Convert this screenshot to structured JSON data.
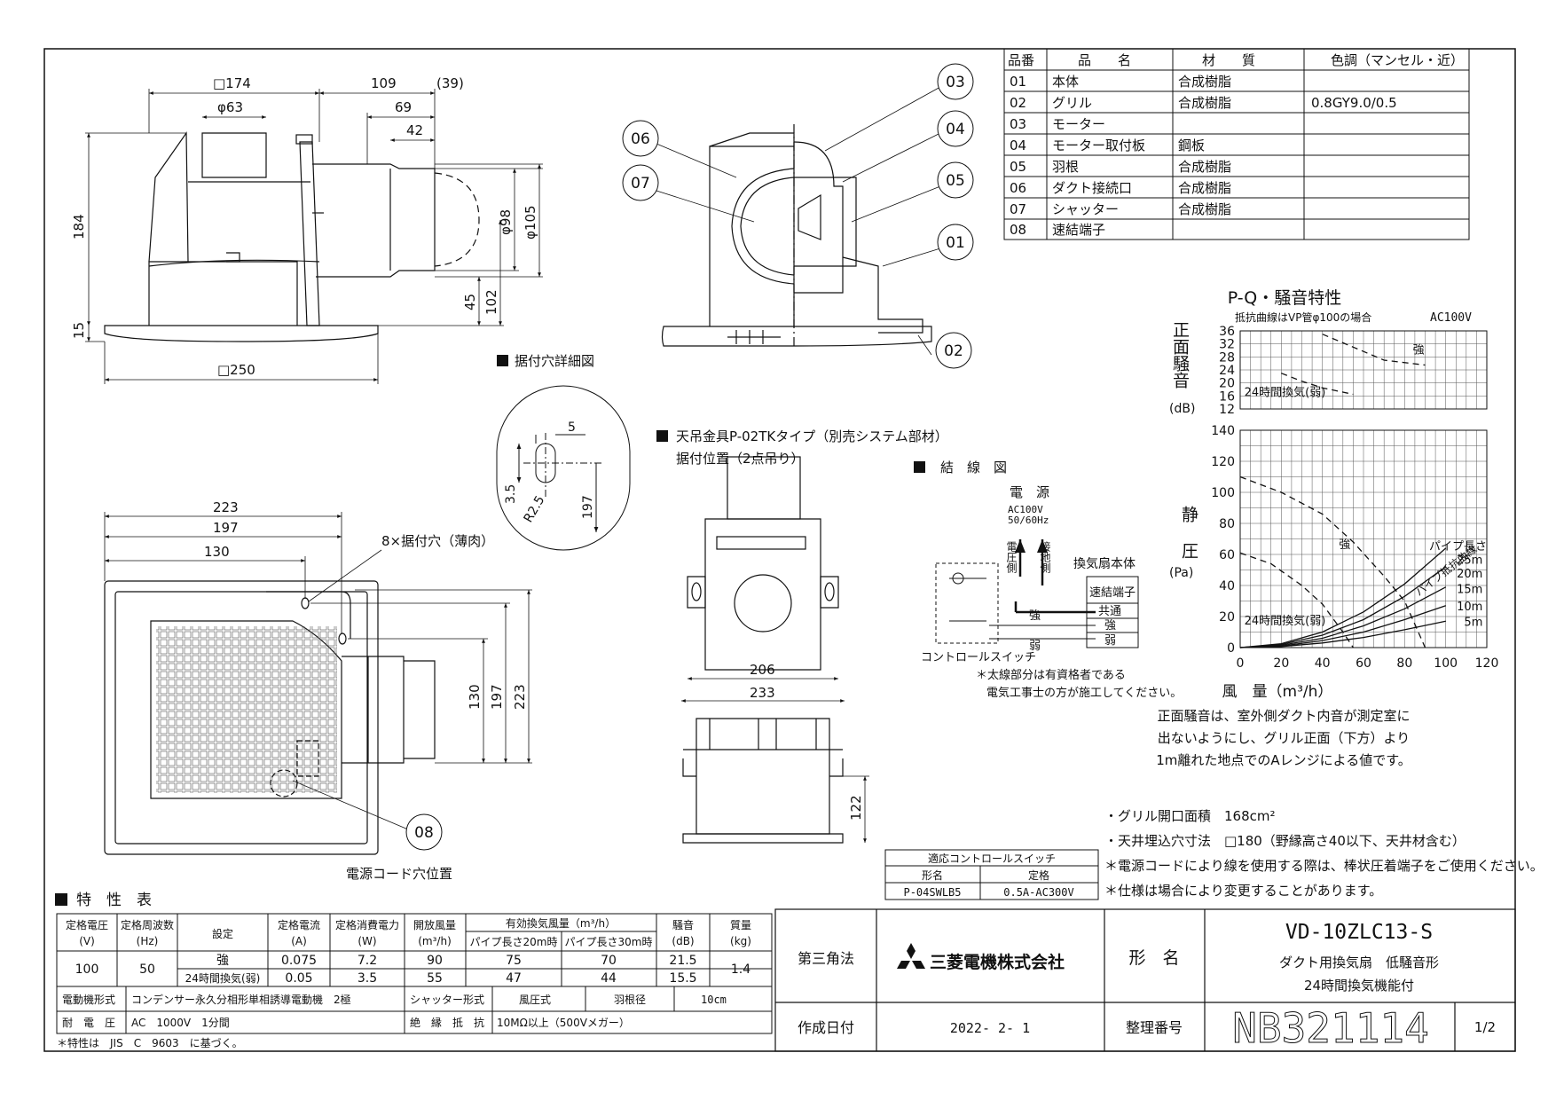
{
  "parts_table": {
    "headers": [
      "品番",
      "品　　名",
      "材　　質",
      "色調（マンセル・近）"
    ],
    "rows": [
      [
        "01",
        "本体",
        "合成樹脂",
        ""
      ],
      [
        "02",
        "グリル",
        "合成樹脂",
        "0.8GY9.0/0.5"
      ],
      [
        "03",
        "モーター",
        "",
        ""
      ],
      [
        "04",
        "モーター取付板",
        "鋼板",
        ""
      ],
      [
        "05",
        "羽根",
        "合成樹脂",
        ""
      ],
      [
        "06",
        "ダクト接続口",
        "合成樹脂",
        ""
      ],
      [
        "07",
        "シャッター",
        "合成樹脂",
        ""
      ],
      [
        "08",
        "速結端子",
        "",
        ""
      ]
    ]
  },
  "callouts": [
    "03",
    "04",
    "05",
    "01",
    "02",
    "06",
    "07",
    "08"
  ],
  "front_view_dims": {
    "top_width": "□174",
    "duct_offset": "109",
    "duct_extra": "(39)",
    "inlet_dia": "φ63",
    "d69": "69",
    "d42": "42",
    "height": "184",
    "dia98": "φ98",
    "dia105": "φ105",
    "h45": "45",
    "h102": "102",
    "h15": "15",
    "bottom_width": "□250"
  },
  "mount_hole": {
    "title": "据付穴詳細図",
    "d5": "5",
    "d35": "3.5",
    "r25": "R2.5",
    "d197": "197"
  },
  "plan_view_dims": {
    "d223": "223",
    "d197": "197",
    "d130": "130",
    "holes_label": "8×据付穴（薄肉）",
    "v130": "130",
    "v197": "197",
    "v223": "223",
    "cord_label": "電源コード穴位置"
  },
  "hanger": {
    "title": "天吊金具P-02TKタイプ（別売システム部材）",
    "subtitle": "据付位置（2点吊り）",
    "d206": "206",
    "d233": "233",
    "d122": "122"
  },
  "wiring": {
    "title": "結　線　図",
    "power": "電　源",
    "voltage": "AC100V",
    "freq": "50/60Hz",
    "live_side": "電圧側",
    "ground_side": "接地側",
    "unit_label": "換気扇本体",
    "terminal_label": "速結端子",
    "t_common": "共通",
    "t_strong": "強",
    "t_weak": "弱",
    "strong": "強",
    "weak": "弱",
    "switch_label": "コントロールスイッチ",
    "note1": "＊太線部分は有資格者である",
    "note2": "電気工事士の方が施工してください。"
  },
  "chart_titles": {
    "title": "P-Q・騒音特性",
    "resistance_note": "抵抗曲線はVP管φ100の場合",
    "power_note": "AC100V",
    "noise_axis": "正面騒音",
    "noise_unit": "(dB)",
    "pressure_axis": "静圧",
    "pressure_unit": "(Pa)",
    "flow_axis": "風　量（m³/h）",
    "strong_label": "強",
    "weak_label": "24時間換気(弱)",
    "pipe_length_label": "パイプ長さ",
    "pipe_resist_label": "パイプ抵抗曲線",
    "pipe_lengths": [
      "25m",
      "20m",
      "15m",
      "10m",
      "5m"
    ]
  },
  "chart_data": [
    {
      "type": "line",
      "ylabel": "正面騒音 (dB)",
      "xlim": [
        0,
        120
      ],
      "ylim": [
        12,
        36
      ],
      "yticks": [
        12,
        16,
        20,
        24,
        28,
        32,
        36
      ],
      "grid": true,
      "series": [
        {
          "name": "強",
          "x": [
            40,
            55,
            70,
            90
          ],
          "y": [
            35,
            31,
            27,
            25.5
          ]
        },
        {
          "name": "24時間換気(弱)",
          "x": [
            20,
            30,
            40,
            55
          ],
          "y": [
            23,
            20.5,
            18.5,
            16.5
          ]
        }
      ]
    },
    {
      "type": "line",
      "xlabel": "風　量（m³/h）",
      "ylabel": "静圧 (Pa)",
      "xlim": [
        0,
        120
      ],
      "ylim": [
        0,
        140
      ],
      "xticks": [
        0,
        20,
        40,
        60,
        80,
        100,
        120
      ],
      "yticks": [
        0,
        20,
        40,
        60,
        80,
        100,
        120,
        140
      ],
      "grid": true,
      "series": [
        {
          "name": "強",
          "x": [
            0,
            20,
            40,
            55,
            70,
            80,
            90
          ],
          "y": [
            110,
            100,
            86,
            68,
            46,
            30,
            0
          ]
        },
        {
          "name": "24時間換気(弱)",
          "x": [
            0,
            15,
            30,
            40,
            50,
            55
          ],
          "y": [
            61,
            54,
            40,
            28,
            10,
            0
          ]
        },
        {
          "name": "25m",
          "x": [
            0,
            20,
            40,
            60,
            80,
            100
          ],
          "y": [
            0,
            2.5,
            10,
            23,
            41,
            64
          ]
        },
        {
          "name": "20m",
          "x": [
            0,
            20,
            40,
            60,
            80,
            100
          ],
          "y": [
            0,
            2,
            8,
            18,
            33,
            52
          ]
        },
        {
          "name": "15m",
          "x": [
            0,
            20,
            40,
            60,
            80,
            100
          ],
          "y": [
            0,
            1.5,
            6,
            14,
            25,
            39
          ]
        },
        {
          "name": "10m",
          "x": [
            0,
            20,
            40,
            60,
            80,
            100
          ],
          "y": [
            0,
            1,
            4.5,
            10,
            18,
            27
          ]
        },
        {
          "name": "5m",
          "x": [
            0,
            20,
            40,
            60,
            80,
            100
          ],
          "y": [
            0,
            0.7,
            3,
            6.5,
            11.5,
            17
          ]
        }
      ]
    }
  ],
  "chart_notes": [
    "正面騒音は、室外側ダクト内音が測定室に",
    "出ないようにし、グリル正面（下方）より",
    "1m離れた地点でのAレンジによる値です。"
  ],
  "spec_notes": [
    "・グリル開口面積　168cm²",
    "・天井埋込穴寸法　□180（野縁高さ40以下、天井材含む）",
    "＊電源コードにより線を使用する際は、棒状圧着端子をご使用ください。",
    "＊仕様は場合により変更することがあります。"
  ],
  "switch_table": {
    "title": "適応コントロールスイッチ",
    "h_model": "形名",
    "h_rating": "定格",
    "model": "P-04SWLB5",
    "rating": "0.5A-AC300V"
  },
  "spec_table": {
    "title": "特　性　表",
    "h_voltage": "定格電圧",
    "h_voltage_u": "(V)",
    "h_freq": "定格周波数",
    "h_freq_u": "(Hz)",
    "h_setting": "設定",
    "h_current": "定格電流",
    "h_current_u": "(A)",
    "h_power": "定格消費電力",
    "h_power_u": "(W)",
    "h_open": "開放風量",
    "h_open_u": "(m³/h)",
    "h_effective": "有効換気風量（m³/h）",
    "h_pipe20": "パイプ長さ20m時",
    "h_pipe30": "パイプ長さ30m時",
    "h_noise": "騒音",
    "h_noise_u": "(dB)",
    "h_mass": "質量",
    "h_mass_u": "(kg)",
    "voltage": "100",
    "freq": "50",
    "mass": "1.4",
    "rows": [
      {
        "setting": "強",
        "current": "0.075",
        "power": "7.2",
        "open": "90",
        "p20": "75",
        "p30": "70",
        "noise": "21.5"
      },
      {
        "setting": "24時間換気(弱)",
        "current": "0.05",
        "power": "3.5",
        "open": "55",
        "p20": "47",
        "p30": "44",
        "noise": "15.5"
      }
    ],
    "motor_label": "電動機形式",
    "motor_value": "コンデンサー永久分相形単相誘導電動機　2極",
    "shutter_label": "シャッター形式",
    "shutter_value": "風圧式",
    "blade_label": "羽根径",
    "blade_value": "10cm",
    "withstand_label": "耐　電　圧",
    "withstand_value": "AC　1000V　1分間",
    "insulation_label": "絶　縁　抵　抗",
    "insulation_value": "10MΩ以上（500Vメガー）",
    "footnote": "＊特性は　JIS　C　9603　に基づく。"
  },
  "title_block": {
    "projection": "第三角法",
    "company": "三菱電機株式会社",
    "model_label": "形　名",
    "model": "VD-10ZLC13-S",
    "desc1": "ダクト用換気扇　低騒音形",
    "desc2": "24時間換気機能付",
    "date_label": "作成日付",
    "date": "2022- 2- 1",
    "number_label": "整理番号",
    "number": "NB321114",
    "page": "1/2"
  },
  "colors": {
    "line": "#111111",
    "paper": "#ffffff"
  }
}
